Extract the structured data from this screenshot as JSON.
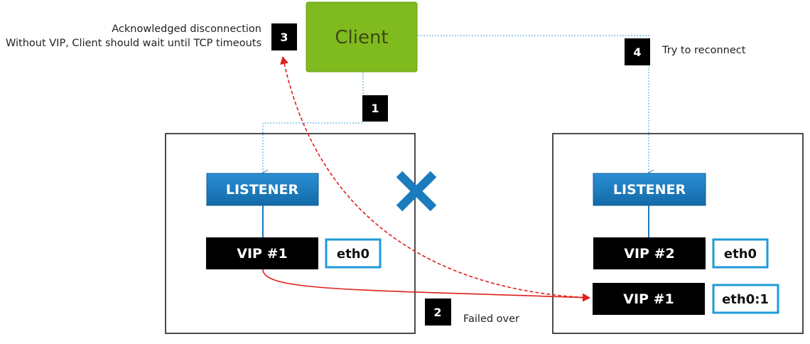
{
  "client": {
    "label": "Client"
  },
  "left_server": {
    "listener": "LISTENER",
    "vip": "VIP #1",
    "nic": "eth0"
  },
  "right_server": {
    "listener": "LISTENER",
    "vip_primary": "VIP #2",
    "nic_primary": "eth0",
    "vip_failover": "VIP #1",
    "nic_failover": "eth0:1"
  },
  "steps": {
    "s1": {
      "num": "1"
    },
    "s2": {
      "num": "2",
      "text": "Failed over"
    },
    "s3": {
      "num": "3",
      "line1": "Acknowledged disconnection",
      "line2": "Without VIP, Client should wait until TCP timeouts"
    },
    "s4": {
      "num": "4",
      "text": "Try to reconnect"
    }
  },
  "colors": {
    "client_fill": "#7fba1e",
    "listener_fill": "#1a7bbf",
    "vip_fill": "#000000",
    "nic_border": "#1e9bd7",
    "failure_x": "#1a7bbf",
    "failover_arrow": "#e0201b",
    "dotted_link": "#3a9fd0"
  },
  "icons": {
    "failure": "x-mark-icon"
  }
}
